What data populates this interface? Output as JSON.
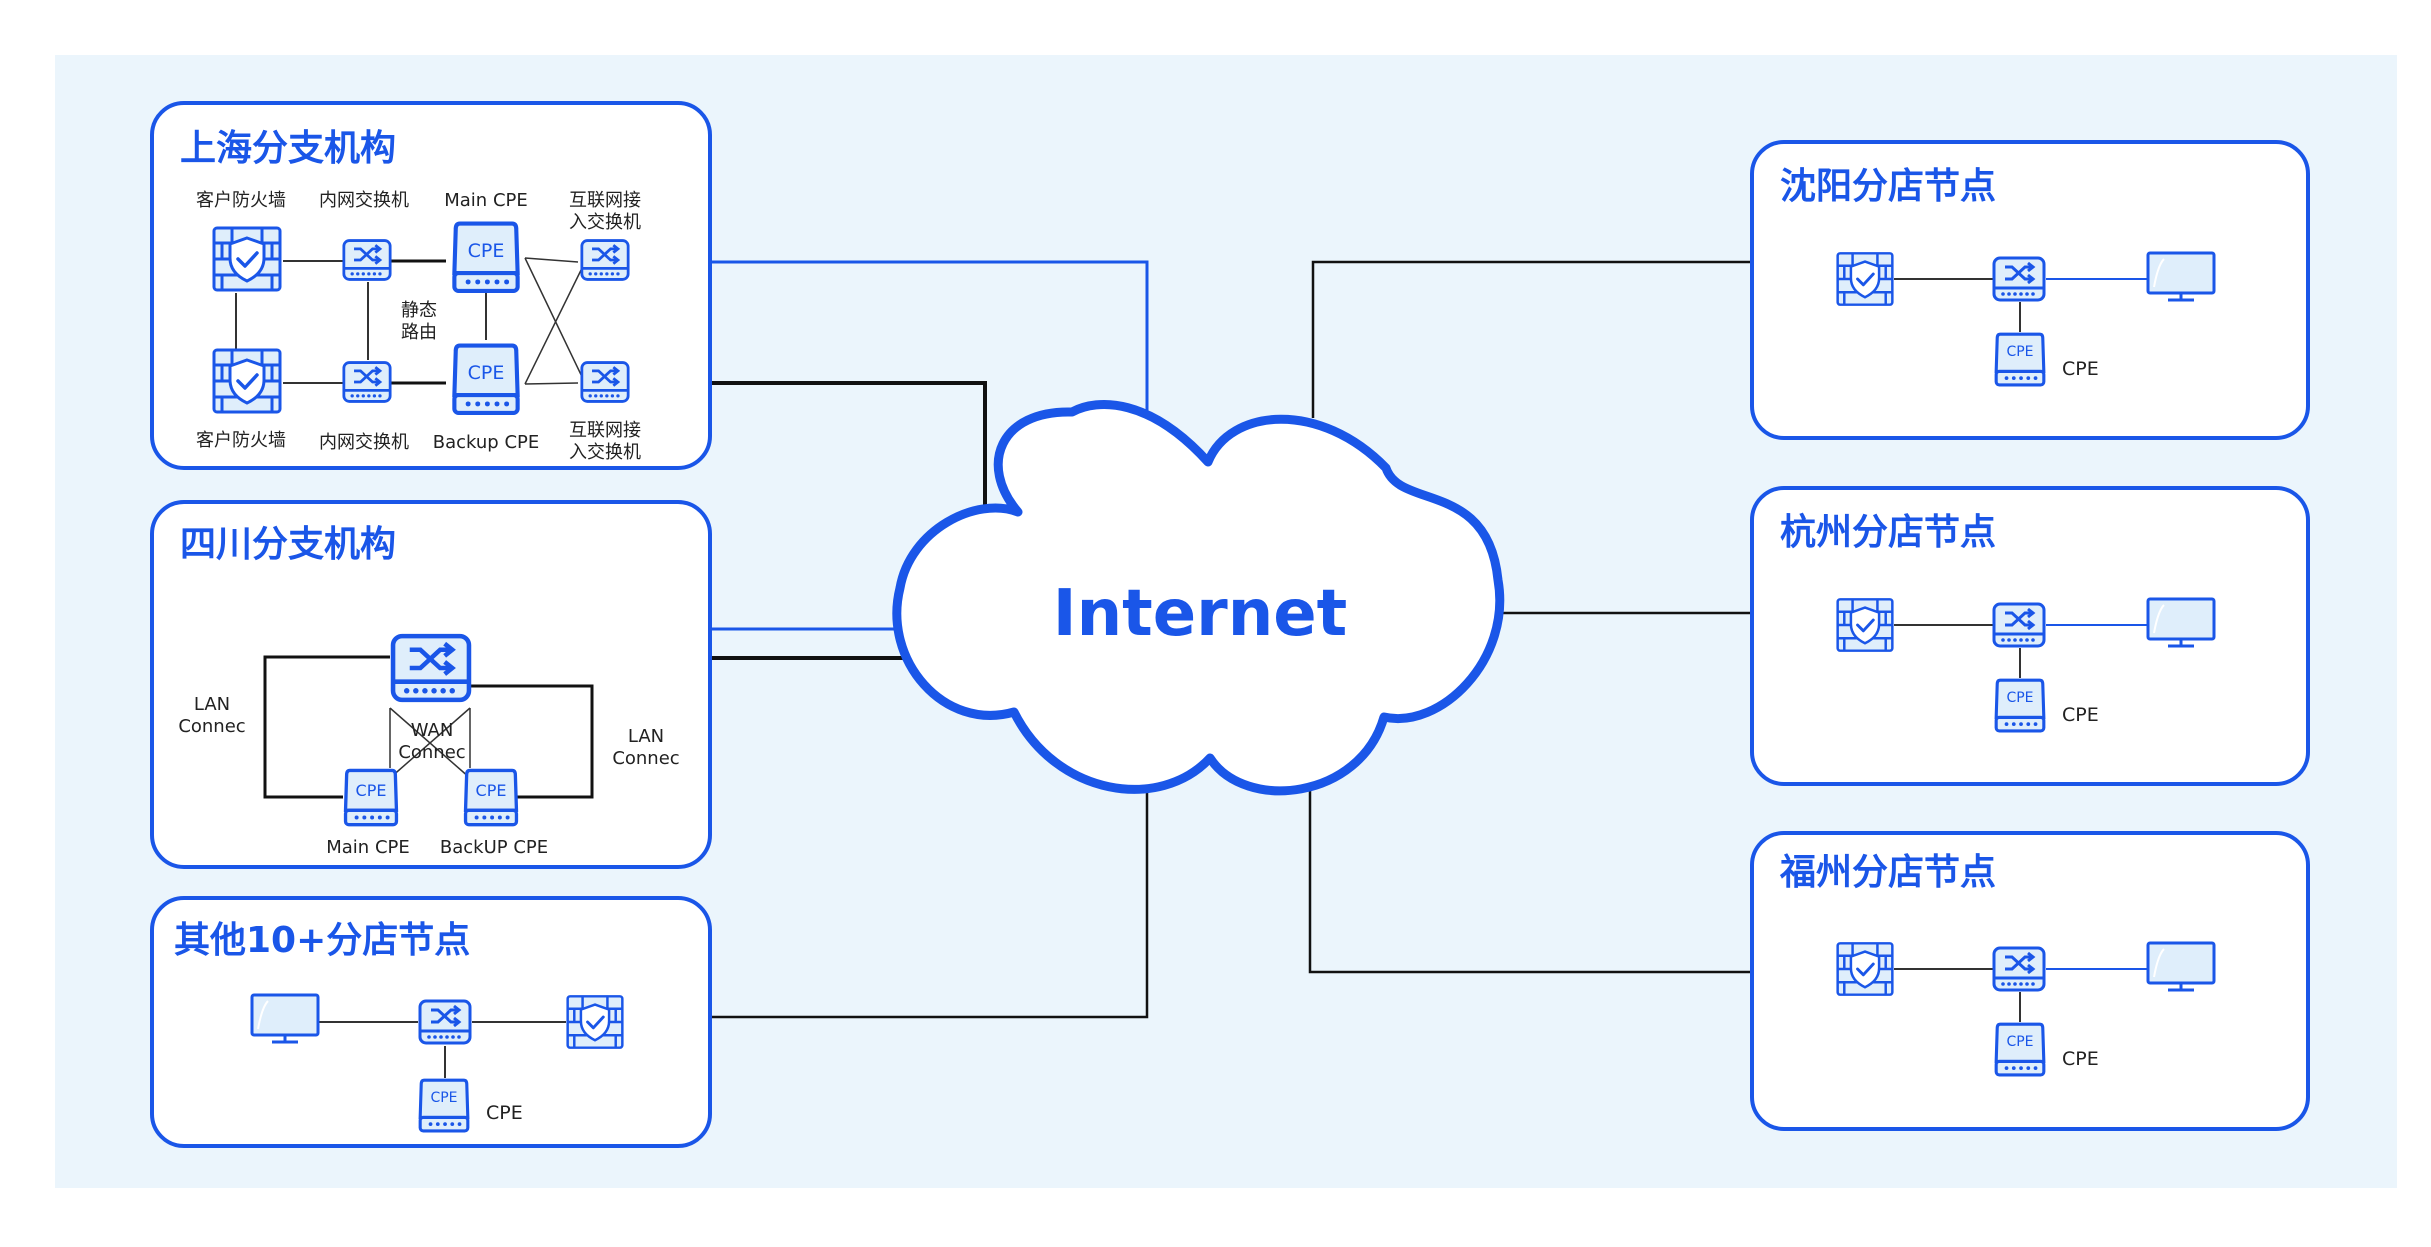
{
  "center": {
    "label": "Internet"
  },
  "colors": {
    "accent": "#1a56e8",
    "background": "#ebf5fc",
    "line": "#111111",
    "device_fill": "#dfeefb"
  },
  "left_boxes": {
    "shanghai": {
      "title": "上海分支机构",
      "fw_top": "客户防火墙",
      "sw_top": "内网交换机",
      "cpe_main_label": "Main CPE",
      "inet_sw_top_1": "互联网接",
      "inet_sw_top_2": "入交换机",
      "static_1": "静态",
      "static_2": "路由",
      "fw_bottom": "客户防火墙",
      "sw_bottom": "内网交换机",
      "cpe_backup_label": "Backup CPE",
      "inet_sw_bottom_1": "互联网接",
      "inet_sw_bottom_2": "入交换机",
      "cpe_text": "CPE"
    },
    "sichuan": {
      "title": "四川分支机构",
      "lan_left_1": "LAN",
      "lan_left_2": "Connec",
      "wan_1": "WAN",
      "wan_2": "Connec",
      "lan_right_1": "LAN",
      "lan_right_2": "Connec",
      "main_cpe": "Main CPE",
      "backup_cpe": "BackUP CPE",
      "cpe_text": "CPE"
    },
    "others": {
      "title": "其他10+分店节点",
      "cpe_label": "CPE",
      "cpe_text": "CPE"
    }
  },
  "right_boxes": [
    {
      "title": "沈阳分店节点",
      "cpe_label": "CPE",
      "cpe_text": "CPE"
    },
    {
      "title": "杭州分店节点",
      "cpe_label": "CPE",
      "cpe_text": "CPE"
    },
    {
      "title": "福州分店节点",
      "cpe_label": "CPE",
      "cpe_text": "CPE"
    }
  ]
}
